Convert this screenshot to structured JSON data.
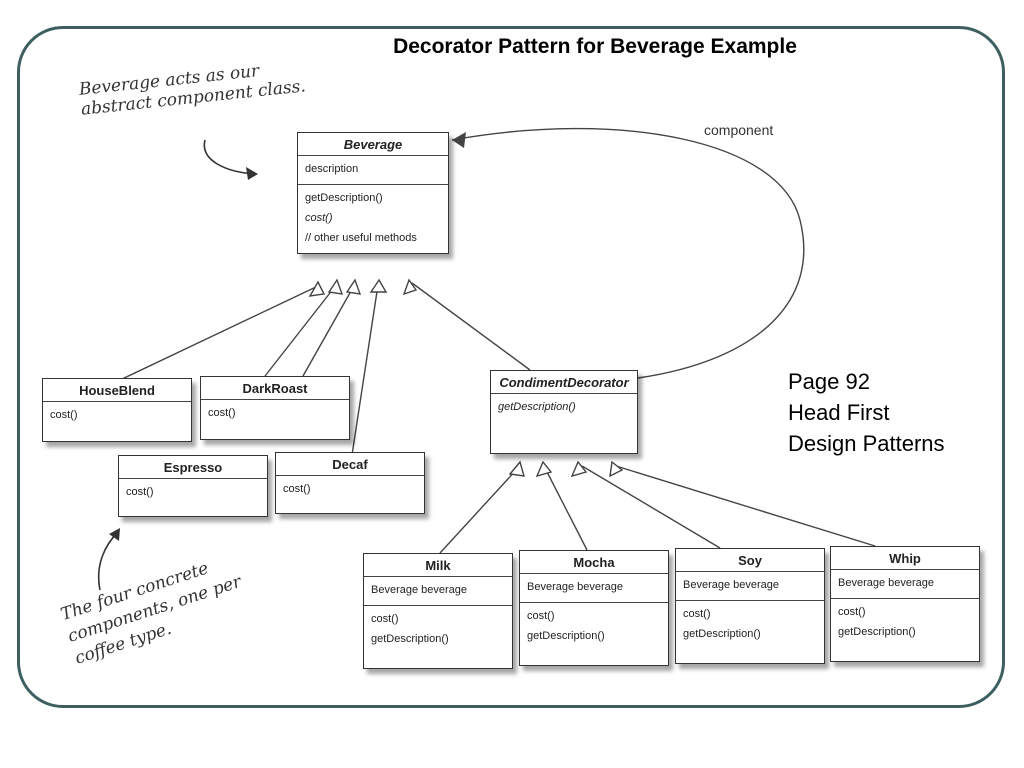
{
  "title": "Decorator Pattern for Beverage Example",
  "side_note": [
    "Page 92",
    "Head First",
    "Design Patterns"
  ],
  "annotations": {
    "top": [
      "Beverage acts as our",
      "abstract component class."
    ],
    "bottom": [
      "The four concrete",
      "components, one per",
      "coffee type."
    ]
  },
  "component_label": "component",
  "classes": {
    "beverage": {
      "name": "Beverage",
      "attrs": [
        "description"
      ],
      "methods": [
        "getDescription()",
        "cost()",
        "// other useful methods"
      ]
    },
    "houseblend": {
      "name": "HouseBlend",
      "methods": [
        "cost()"
      ]
    },
    "darkroast": {
      "name": "DarkRoast",
      "methods": [
        "cost()"
      ]
    },
    "espresso": {
      "name": "Espresso",
      "methods": [
        "cost()"
      ]
    },
    "decaf": {
      "name": "Decaf",
      "methods": [
        "cost()"
      ]
    },
    "condiment": {
      "name": "CondimentDecorator",
      "methods": [
        "getDescription()"
      ]
    },
    "milk": {
      "name": "Milk",
      "attrs": [
        "Beverage beverage"
      ],
      "methods": [
        "cost()",
        "getDescription()"
      ]
    },
    "mocha": {
      "name": "Mocha",
      "attrs": [
        "Beverage beverage"
      ],
      "methods": [
        "cost()",
        "getDescription()"
      ]
    },
    "soy": {
      "name": "Soy",
      "attrs": [
        "Beverage beverage"
      ],
      "methods": [
        "cost()",
        "getDescription()"
      ]
    },
    "whip": {
      "name": "Whip",
      "attrs": [
        "Beverage beverage"
      ],
      "methods": [
        "cost()",
        "getDescription()"
      ]
    }
  },
  "colors": {
    "frame": "#3d5f5f",
    "line": "#444444"
  }
}
